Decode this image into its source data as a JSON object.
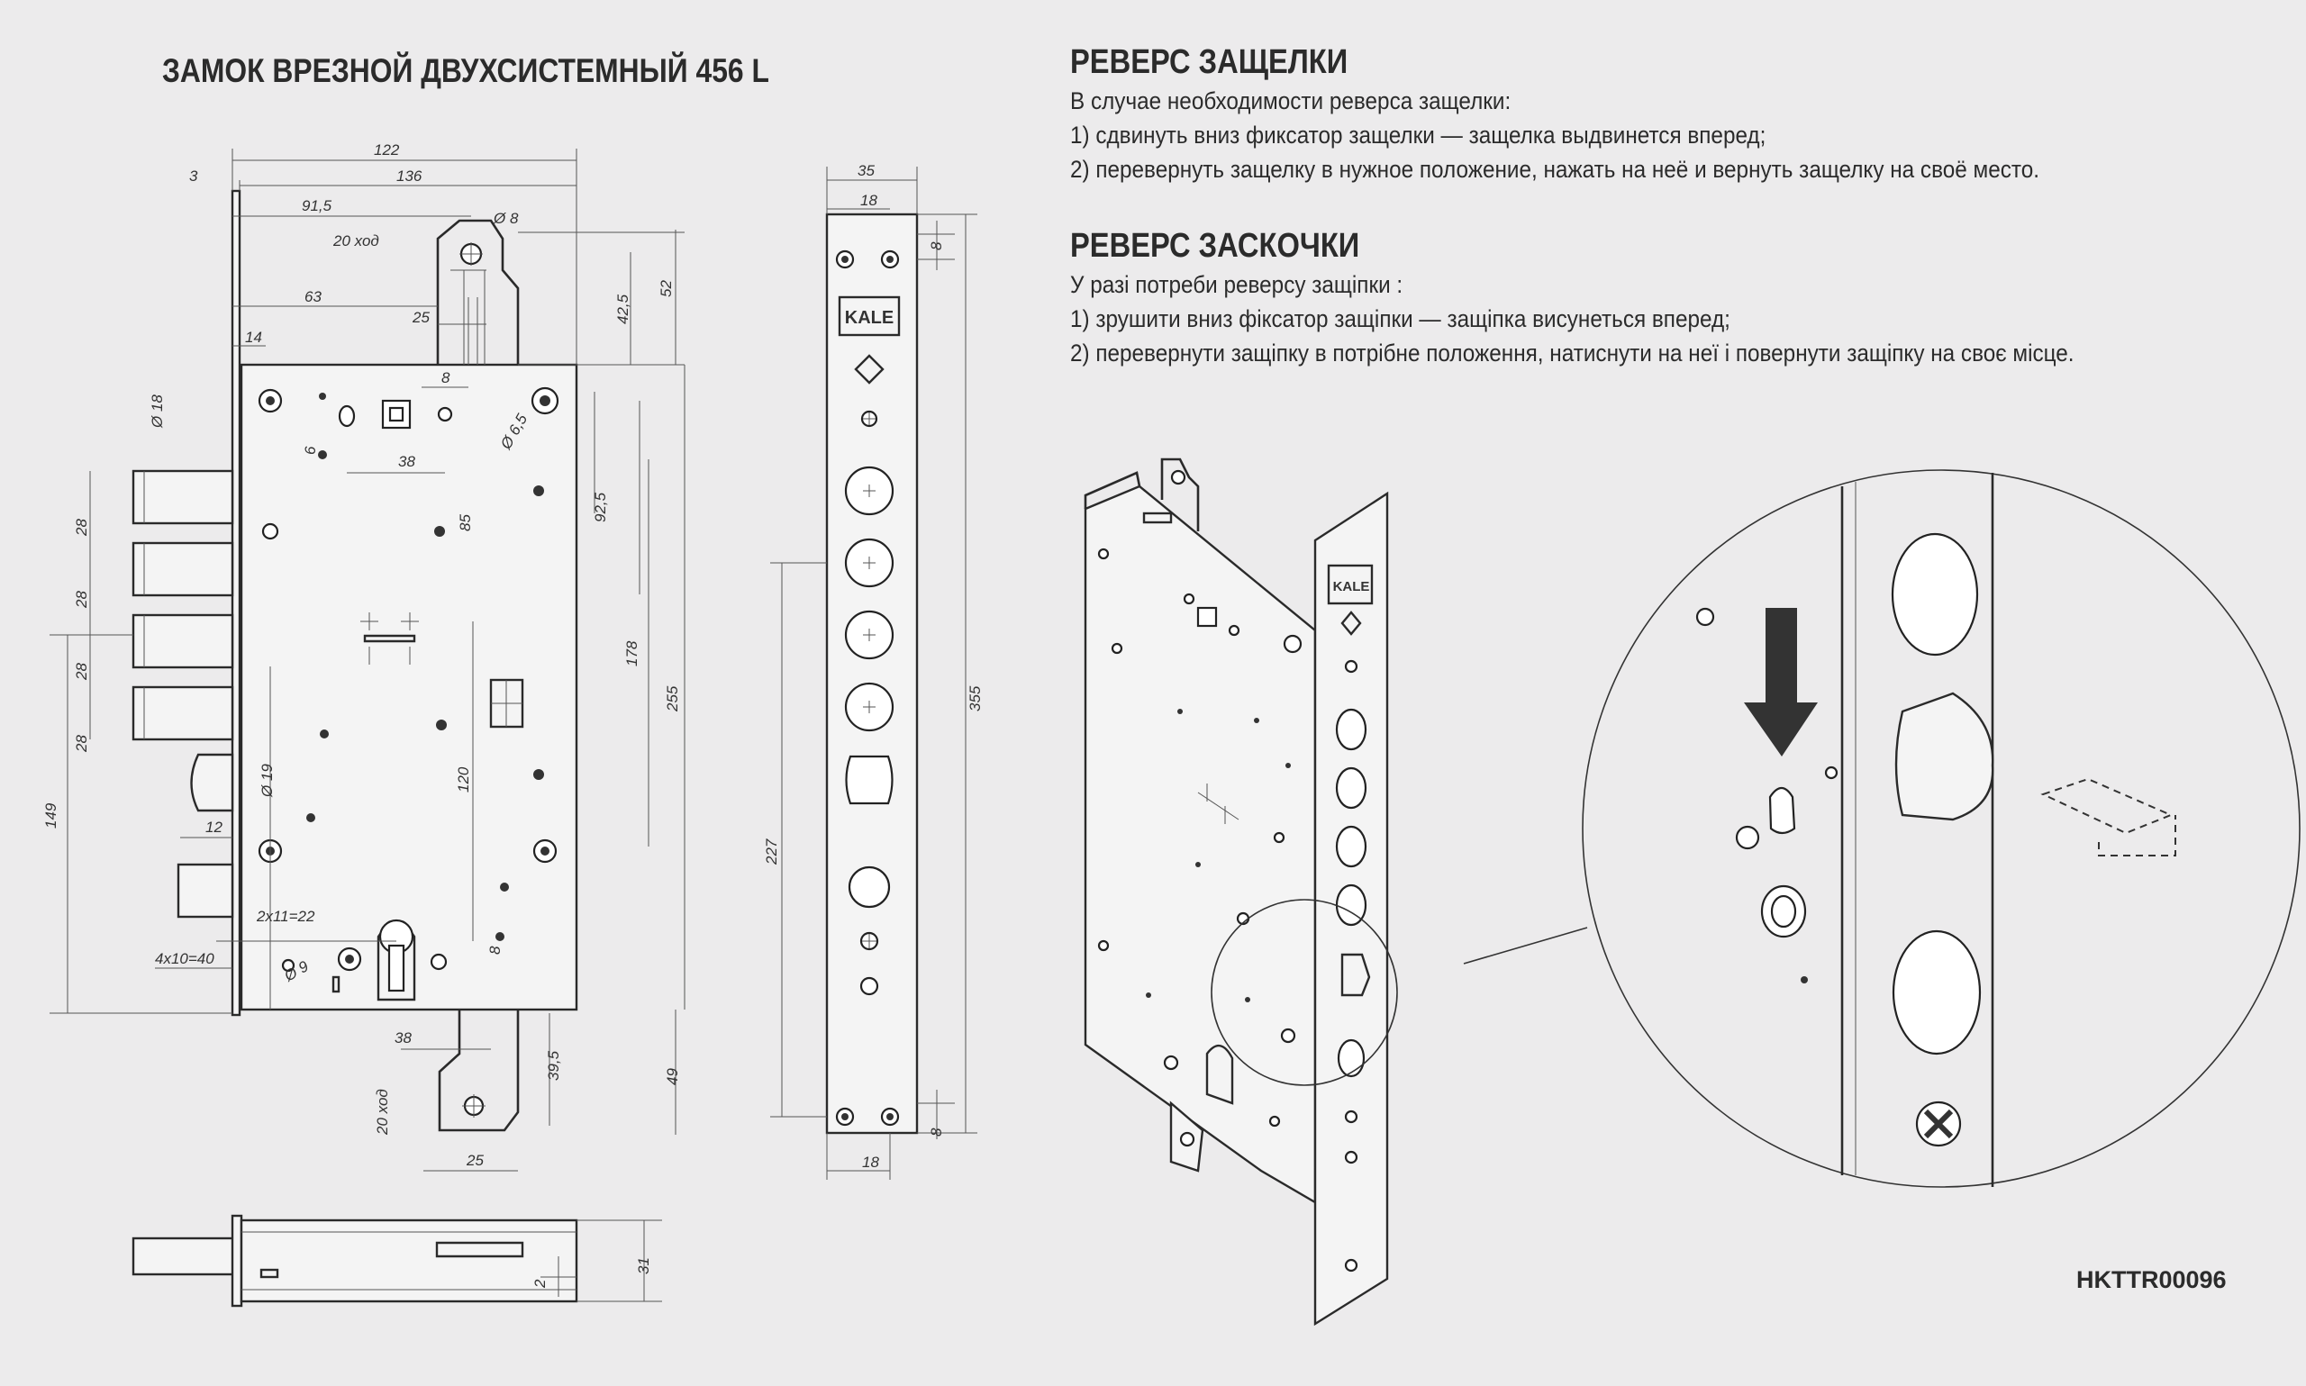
{
  "title": "ЗАМОК ВРЕЗНОЙ ДВУХСИСТЕМНЫЙ  456 L",
  "section_ru": {
    "heading": "РЕВЕРС ЗАЩЕЛКИ",
    "lines": [
      "В случае необходимости реверса защелки:",
      "1) сдвинуть вниз фиксатор защелки — защелка выдвинется вперед;",
      "2) перевернуть защелку в нужное положение, нажать на неё и вернуть защелку на своё место."
    ]
  },
  "section_uk": {
    "heading": "РЕВЕРС ЗАСКОЧКИ",
    "lines": [
      "У разі потреби реверсу защіпки :",
      "1) зрушити вниз фіксатор защіпки — защіпка висунеться вперед;",
      "2) перевернути защіпку в потрібне положення, натиснути на неї і повернути защіпку на своє місце."
    ]
  },
  "product_code": "HKTTR00096",
  "brand": "KALE",
  "dimensions": {
    "d122": "122",
    "d136": "136",
    "d3": "3",
    "d91_5": "91,5",
    "d8_dia": "Ø 8",
    "d20_stroke": "20 ход",
    "d63": "63",
    "d25": "25",
    "d42_5": "42,5",
    "d52": "52",
    "d14": "14",
    "d8": "8",
    "d18_dia": "Ø 18",
    "d6": "6",
    "d38": "38",
    "d6_5_dia": "Ø 6,5",
    "d85": "85",
    "d92_5": "92,5",
    "d28": "28",
    "d178": "178",
    "d255": "255",
    "d120": "120",
    "d19_dia": "Ø 19",
    "d149": "149",
    "d12": "12",
    "d2x11": "2x11=22",
    "d4x10": "4x10=40",
    "d9_dia": "Ø 9",
    "d39_5": "39,5",
    "d49": "49",
    "d20_stroke_b": "20 ход",
    "d25_b": "25",
    "d38_b": "38",
    "d8_b": "8",
    "d35": "35",
    "d18": "18",
    "d8_top": "8",
    "d227": "227",
    "d355": "355",
    "d8_bot": "8",
    "d18_bot": "18",
    "d31": "31",
    "d2": "2"
  }
}
